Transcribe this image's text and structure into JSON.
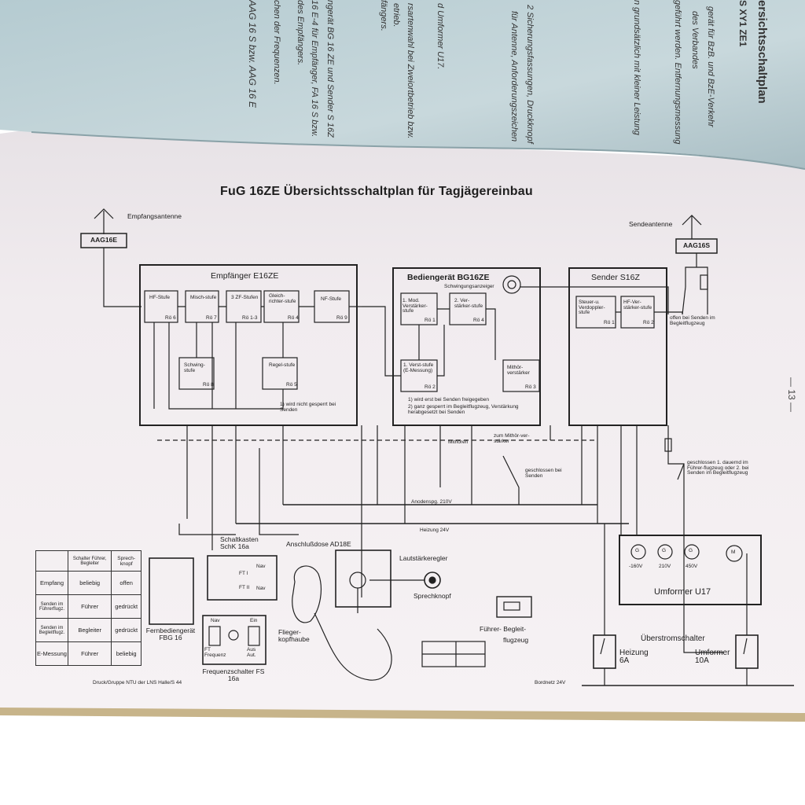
{
  "top_page_fragments": [
    "ersichtsschaltplan",
    "S XY1 ZE1",
    "gerät für BzB. und BzE-Verkehr",
    "des Verbandes",
    "geführt werden. Entfernungsmessung",
    "n grundsätzlich mit kleiner Leistung",
    "2 Sicherungsfassungen, Druckknopf",
    "für Antenne, Anforderungszeichen",
    "d Umformer U17.",
    "rsartenwahl bei Zweiortbetrieb bzw.",
    "etrieb.",
    "fängers.",
    "ngerät BG 16 ZE und Sender S 16Z",
    "16 E-4 für Empfänger, FA 16 S bzw.",
    "des Empfängers.",
    "chen der Frequenzen.",
    "AAG 16 S bzw. AAG 16 E"
  ],
  "page_number": "— 13 —",
  "diagram": {
    "title": "FuG 16ZE Übersichtsschaltplan für Tagjägereinbau",
    "empfangsantenne": "Empfangsantenne",
    "sendeantenne": "Sendeantenne",
    "aag16e": "AAG16E",
    "aag16s": "AAG16S",
    "empfaenger": {
      "title": "Empfänger E16ZE",
      "hf": "HF-Stufe",
      "hf_rö": "Rö 6",
      "misch": "Misch-stufe",
      "misch_rö": "Rö 7",
      "zf": "3 ZF-Stufen",
      "zf_rö": "Rö 1-3",
      "gleich": "Gleich-richter-stufe",
      "gleich_rö": "Rö 4",
      "nf": "NF-Stufe",
      "nf_rö": "Rö 9",
      "schwing": "Schwing-stufe",
      "schwing_rö": "Rö 8",
      "regel": "Regel-stufe",
      "regel_rö": "Rö 5",
      "note": "1) wird nicht gesperrt bei Senden"
    },
    "bediengeraet": {
      "title": "Bediengerät BG16ZE",
      "schwingungsanzeiger": "Schwingungsanzeiger",
      "mod": "1. Mod. Verstärker-stufe",
      "mod_rö": "Rö 1",
      "vstufe2": "2. Ver-stärker-stufe",
      "vstufe2_rö": "Rö 4",
      "verst": "1. Verst-stufe (E-Messung)",
      "verst_rö": "Rö 2",
      "mithoer": "Mithör-verstärker",
      "mithoer_rö": "Rö 3",
      "note1": "1) wird erst bei Senden freigegeben",
      "note2": "2) ganz gesperrt im Begleitflugzeug, Verstärkung herabgesetzt bei Senden"
    },
    "sender": {
      "title": "Sender S16Z",
      "steuer": "Steuer-u. Verdoppler-stufe",
      "steuer_rö": "Rö 1",
      "hfverst": "HF-Ver-stärker-stufe",
      "hfverst_rö": "Rö 2",
      "offen": "offen bei Senden im Begleitflugzeug"
    },
    "labels": {
      "mithoeren": "Mithören",
      "zum_mithoer": "zum Mithör-ver-stärker",
      "geschlossen_senden": "geschlossen bei Senden",
      "geschlossen_fuehrer": "geschlossen 1. dauernd im Führer-flugzeug oder 2. bei Senden im Begleitflugzeug",
      "anodenspg": "Anodenspg. 210V",
      "heizung24": "Heizung 24V",
      "bordnetz": "Bordnetz 24V",
      "druck": "Druck/Gruppe NTU der LNS Halle/S 44"
    },
    "umformer": {
      "title": "Umformer U17",
      "g1": "G",
      "g2": "G",
      "g3": "G",
      "m": "M",
      "v1": "-160V",
      "v2": "210V",
      "v3": "450V"
    },
    "ueberstrom": {
      "title": "Überstromschalter",
      "heizung": "Heizung 6A",
      "umformer": "Umformer 10A"
    },
    "schaltkasten": {
      "title": "Schaltkasten SchK 16a",
      "ft1": "FT I",
      "ft2": "FT II",
      "nav1": "Nav",
      "nav2": "Nav"
    },
    "anschlussdose": "Anschlußdose AD18E",
    "lautstaerke": "Lautstärkeregler",
    "sprechknopf": "Sprechknopf",
    "fernbedien": "Fernbediengerät FBG 16",
    "fliegerkopf": "Flieger-kopfhaube",
    "frequenzschalter": {
      "title": "Frequenzschalter FS 16a",
      "nav": "Nav",
      "ein": "Ein",
      "ft": "FT Frequenz",
      "aus": "Aus Aut."
    },
    "fuehrer_begleit": "Führer-  Begleit-",
    "flugzeug": "flugzeug",
    "table": {
      "headers": [
        "",
        "Schalter Führer, Begleiter",
        "Sprech-knopf"
      ],
      "rows": [
        [
          "Empfang",
          "beliebig",
          "offen"
        ],
        [
          "Senden im Führerflugz.",
          "Führer",
          "gedrückt"
        ],
        [
          "Senden im Begleitflugz.",
          "Begleiter",
          "gedrückt"
        ],
        [
          "E-Messung",
          "Führer",
          "beliebig"
        ]
      ]
    }
  },
  "colors": {
    "paper": "#efe9ec",
    "top_page": "#c9d9dd",
    "ink": "#222222",
    "binding": "#c7b48a"
  }
}
